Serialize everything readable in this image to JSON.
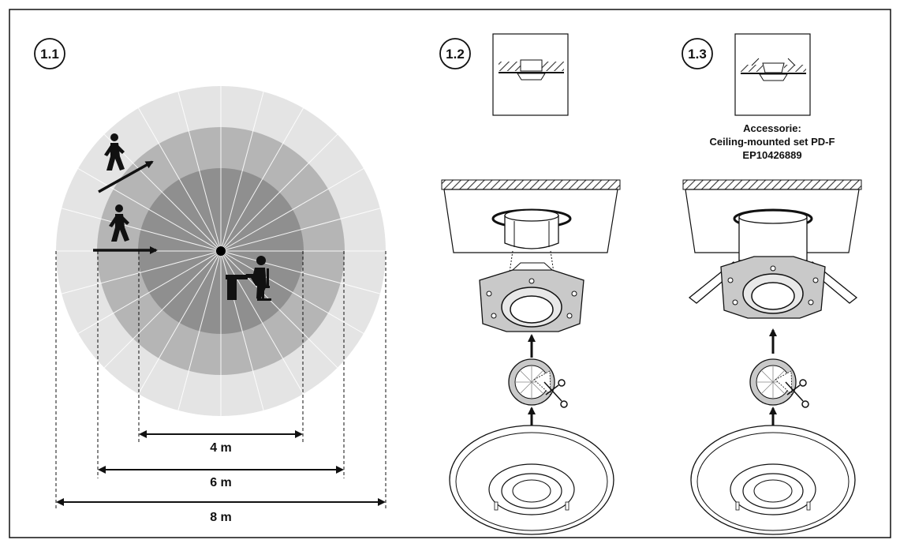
{
  "steps": {
    "s1": "1.1",
    "s2": "1.2",
    "s3": "1.3"
  },
  "dimensions": {
    "d4": "4 m",
    "d6": "6 m",
    "d8": "8 m"
  },
  "accessory": {
    "line1": "Accessorie:",
    "line2": "Ceiling-mounted set PD-F",
    "line3": "EP10426889"
  },
  "zone_colors": {
    "outer": "#e4e4e4",
    "middle": "#b5b5b5",
    "inner": "#8f8f8f"
  }
}
